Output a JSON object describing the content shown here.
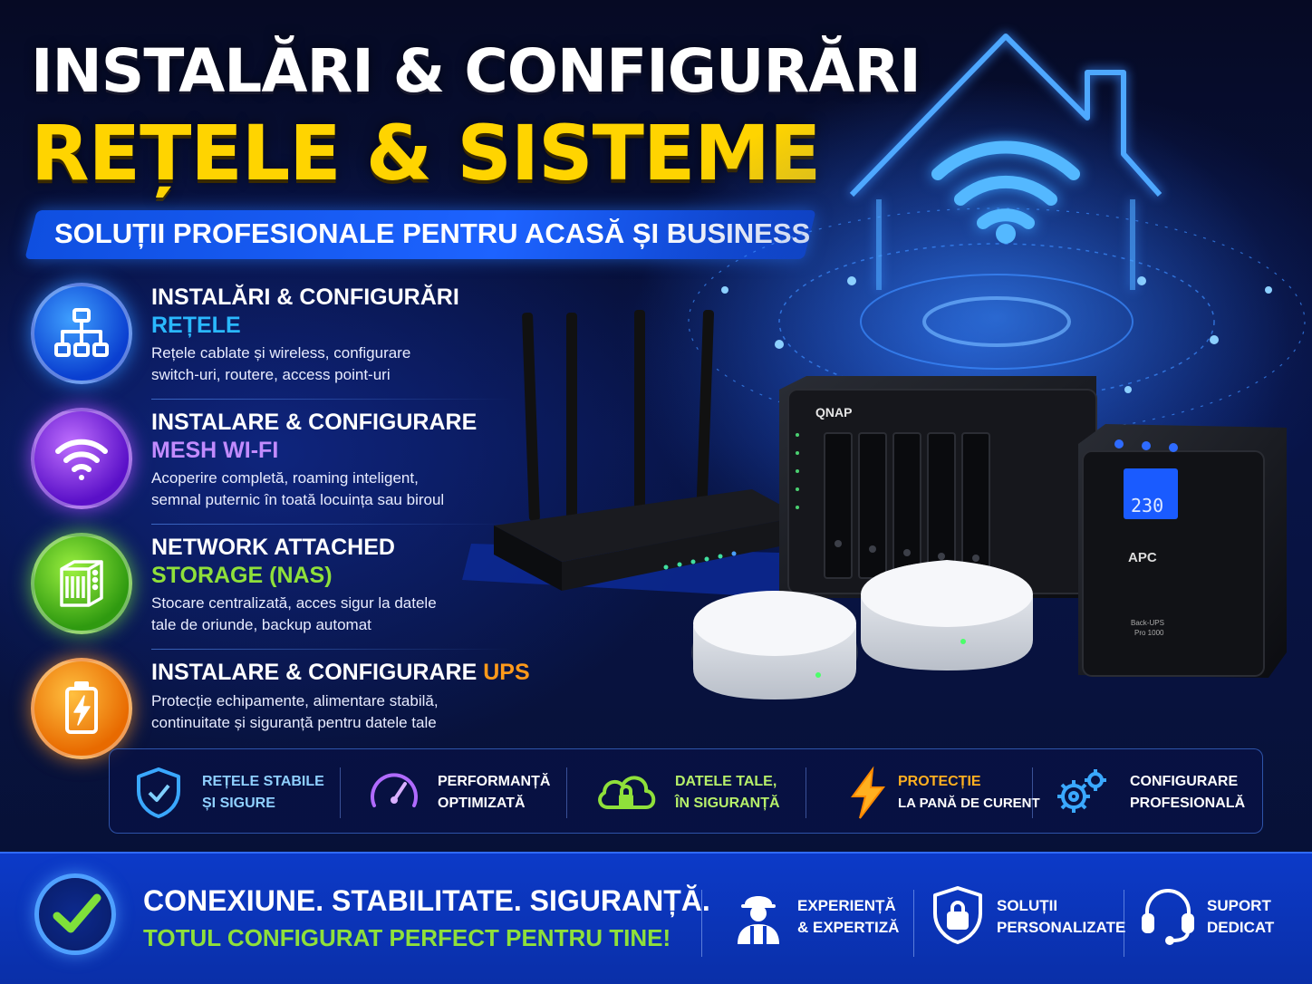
{
  "header": {
    "title_line1": "INSTALĂRI & CONFIGURĂRI",
    "title_line2": "REȚELE & SISTEME",
    "subtitle": "SOLUȚII PROFESIONALE PENTRU ACASĂ ȘI BUSINESS"
  },
  "features": [
    {
      "icon": "network-icon",
      "title_line1": "INSTALĂRI & CONFIGURĂRI",
      "title_line2": "REȚELE",
      "desc_line1": "Rețele cablate și wireless, configurare",
      "desc_line2": "switch-uri, routere, access point-uri",
      "accent": "#2ab8ff"
    },
    {
      "icon": "wifi-icon",
      "title_line1": "INSTALARE & CONFIGURARE",
      "title_line2": "MESH WI-FI",
      "desc_line1": "Acoperire completă, roaming inteligent,",
      "desc_line2": "semnal puternic în toată locuința sau biroul",
      "accent": "#c28bff"
    },
    {
      "icon": "nas-server-icon",
      "title_line1": "NETWORK ATTACHED",
      "title_line2": "STORAGE (NAS)",
      "desc_line1": "Stocare centralizată, acces sigur la datele",
      "desc_line2": "tale de oriunde, backup automat",
      "accent": "#8fe03a"
    },
    {
      "icon": "battery-icon",
      "title_line1": "INSTALARE & CONFIGURARE",
      "title_accent": "UPS",
      "desc_line1": "Protecție echipamente, alimentare stabilă,",
      "desc_line2": "continuitate și siguranță pentru datele tale",
      "accent": "#ff9a1a"
    }
  ],
  "devices": {
    "nas_brand": "QNAP",
    "ups_brand": "APC",
    "ups_display": "230",
    "ups_model_line1": "Back-UPS",
    "ups_model_line2": "Pro 1000"
  },
  "benefits": [
    {
      "icon": "shield-check-icon",
      "line1": "REȚELE STABILE",
      "line2": "ȘI SIGURE",
      "color": "#8fd0ff"
    },
    {
      "icon": "speedometer-icon",
      "line1": "PERFORMANȚĂ",
      "line2": "OPTIMIZATĂ",
      "color": "#ffffff"
    },
    {
      "icon": "cloud-lock-icon",
      "line1": "DATELE TALE,",
      "line2": "ÎN SIGURANȚĂ",
      "color": "#b6ef6a"
    },
    {
      "icon": "lightning-icon",
      "line1": "PROTECȚIE",
      "line2": "LA PANĂ DE CURENT",
      "color": "#ffb020"
    },
    {
      "icon": "gears-icon",
      "line1": "CONFIGURARE",
      "line2": "PROFESIONALĂ",
      "color": "#ffffff"
    }
  ],
  "footer": {
    "tagline_line1": "CONEXIUNE. STABILITATE. SIGURANȚĂ.",
    "tagline_line2": "TOTUL CONFIGURAT PERFECT PENTRU TINE!",
    "items": [
      {
        "icon": "technician-icon",
        "line1": "EXPERIENȚĂ",
        "line2": "& EXPERTIZĂ"
      },
      {
        "icon": "shield-lock-icon",
        "line1": "SOLUȚII",
        "line2": "PERSONALIZATE"
      },
      {
        "icon": "headset-icon",
        "line1": "SUPORT",
        "line2": "DEDICAT"
      }
    ]
  },
  "colors": {
    "title_yellow": "#ffd400",
    "brand_blue": "#1d63ff",
    "accent_green": "#8fe03a"
  }
}
